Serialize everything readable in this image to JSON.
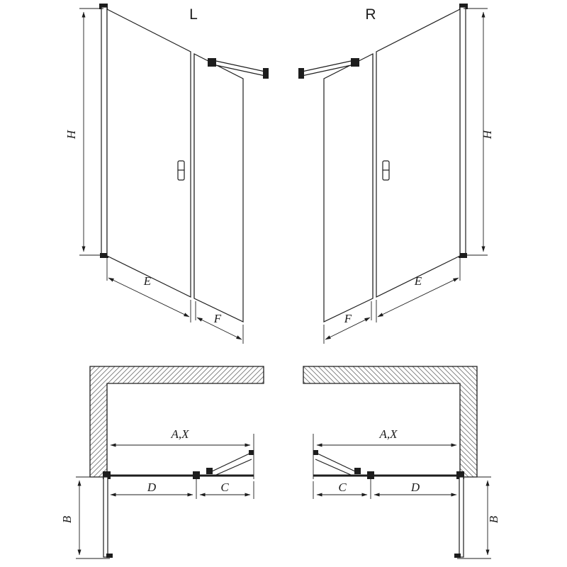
{
  "diagram": {
    "type": "technical-drawing",
    "subject": "shower door left and right configurations, elevation and plan views",
    "background": "#ffffff",
    "line_color": "#1d1d1d",
    "variants": {
      "left": "L",
      "right": "R"
    },
    "dimension_labels": {
      "height": "H",
      "door_width": "E",
      "fixed_panel_width": "F",
      "overall_width": "A,X",
      "door_plan_width": "D",
      "fixed_plan_width": "C",
      "side_depth": "B"
    }
  }
}
